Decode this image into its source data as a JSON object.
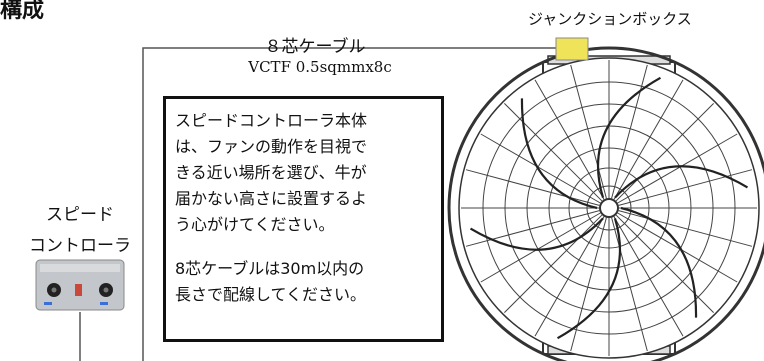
{
  "heading": "構成",
  "cable": {
    "label": "８芯ケーブル",
    "spec": "VCTF 0.5sqmmx8c"
  },
  "junction_box": {
    "label": "ジャンクションボックス",
    "color": "#efe35a"
  },
  "controller": {
    "label_line1": "スピード",
    "label_line2": "コントローラ"
  },
  "note": {
    "paragraph1_lines": [
      "スピードコントローラ本体",
      "は、ファンの動作を目視で",
      "きる近い場所を選び、牛が",
      "届かない高さに設置するよ",
      "う心がけてください。"
    ],
    "paragraph2_lines": [
      "8芯ケーブルは30m以内の",
      "長さで配線してください。"
    ]
  },
  "colors": {
    "line": "#222222",
    "knob_blue": "#3a6fd8",
    "knob_red": "#c9483b",
    "box_body": "#b9bdc2"
  }
}
